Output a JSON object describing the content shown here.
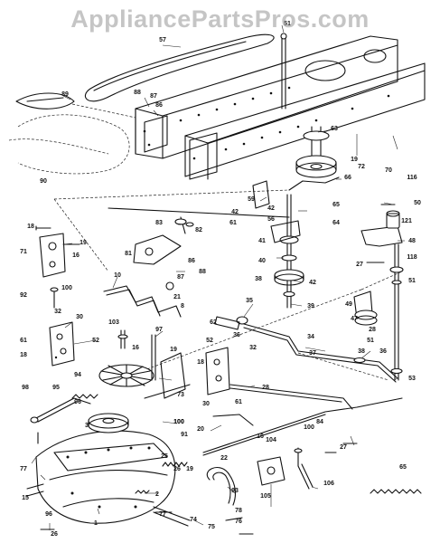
{
  "watermark": "AppliancePartsPros.com",
  "callouts": [
    {
      "label": "57"
    },
    {
      "label": "51"
    },
    {
      "label": "89"
    },
    {
      "label": "88"
    },
    {
      "label": "87"
    },
    {
      "label": "86"
    },
    {
      "label": "63"
    },
    {
      "label": "19"
    },
    {
      "label": "72"
    },
    {
      "label": "70"
    },
    {
      "label": "116"
    },
    {
      "label": "90"
    },
    {
      "label": "66"
    },
    {
      "label": "59"
    },
    {
      "label": "42"
    },
    {
      "label": "61"
    },
    {
      "label": "42"
    },
    {
      "label": "56"
    },
    {
      "label": "65"
    },
    {
      "label": "64"
    },
    {
      "label": "50"
    },
    {
      "label": "121"
    },
    {
      "label": "18"
    },
    {
      "label": "19"
    },
    {
      "label": "71"
    },
    {
      "label": "16"
    },
    {
      "label": "83"
    },
    {
      "label": "82"
    },
    {
      "label": "81"
    },
    {
      "label": "86"
    },
    {
      "label": "88"
    },
    {
      "label": "41"
    },
    {
      "label": "40"
    },
    {
      "label": "38"
    },
    {
      "label": "42"
    },
    {
      "label": "39"
    },
    {
      "label": "48"
    },
    {
      "label": "118"
    },
    {
      "label": "27"
    },
    {
      "label": "51"
    },
    {
      "label": "100"
    },
    {
      "label": "92"
    },
    {
      "label": "10"
    },
    {
      "label": "87"
    },
    {
      "label": "8"
    },
    {
      "label": "21"
    },
    {
      "label": "35"
    },
    {
      "label": "62"
    },
    {
      "label": "36"
    },
    {
      "label": "49"
    },
    {
      "label": "47"
    },
    {
      "label": "28"
    },
    {
      "label": "51"
    },
    {
      "label": "32"
    },
    {
      "label": "30"
    },
    {
      "label": "61"
    },
    {
      "label": "52"
    },
    {
      "label": "18"
    },
    {
      "label": "103"
    },
    {
      "label": "97"
    },
    {
      "label": "34"
    },
    {
      "label": "37"
    },
    {
      "label": "16"
    },
    {
      "label": "19"
    },
    {
      "label": "52"
    },
    {
      "label": "32"
    },
    {
      "label": "38"
    },
    {
      "label": "36"
    },
    {
      "label": "53"
    },
    {
      "label": "94"
    },
    {
      "label": "73"
    },
    {
      "label": "18"
    },
    {
      "label": "98"
    },
    {
      "label": "95"
    },
    {
      "label": "30"
    },
    {
      "label": "61"
    },
    {
      "label": "28"
    },
    {
      "label": "96"
    },
    {
      "label": "3"
    },
    {
      "label": "100"
    },
    {
      "label": "20"
    },
    {
      "label": "27"
    },
    {
      "label": "84"
    },
    {
      "label": "100"
    },
    {
      "label": "91"
    },
    {
      "label": "22"
    },
    {
      "label": "16"
    },
    {
      "label": "104"
    },
    {
      "label": "25"
    },
    {
      "label": "26"
    },
    {
      "label": "19"
    },
    {
      "label": "77"
    },
    {
      "label": "105"
    },
    {
      "label": "106"
    },
    {
      "label": "65"
    },
    {
      "label": "93"
    },
    {
      "label": "2"
    },
    {
      "label": "15"
    },
    {
      "label": "1"
    },
    {
      "label": "100"
    },
    {
      "label": "96"
    },
    {
      "label": "77"
    },
    {
      "label": "74"
    },
    {
      "label": "75"
    },
    {
      "label": "78"
    },
    {
      "label": "76"
    },
    {
      "label": "26"
    }
  ]
}
